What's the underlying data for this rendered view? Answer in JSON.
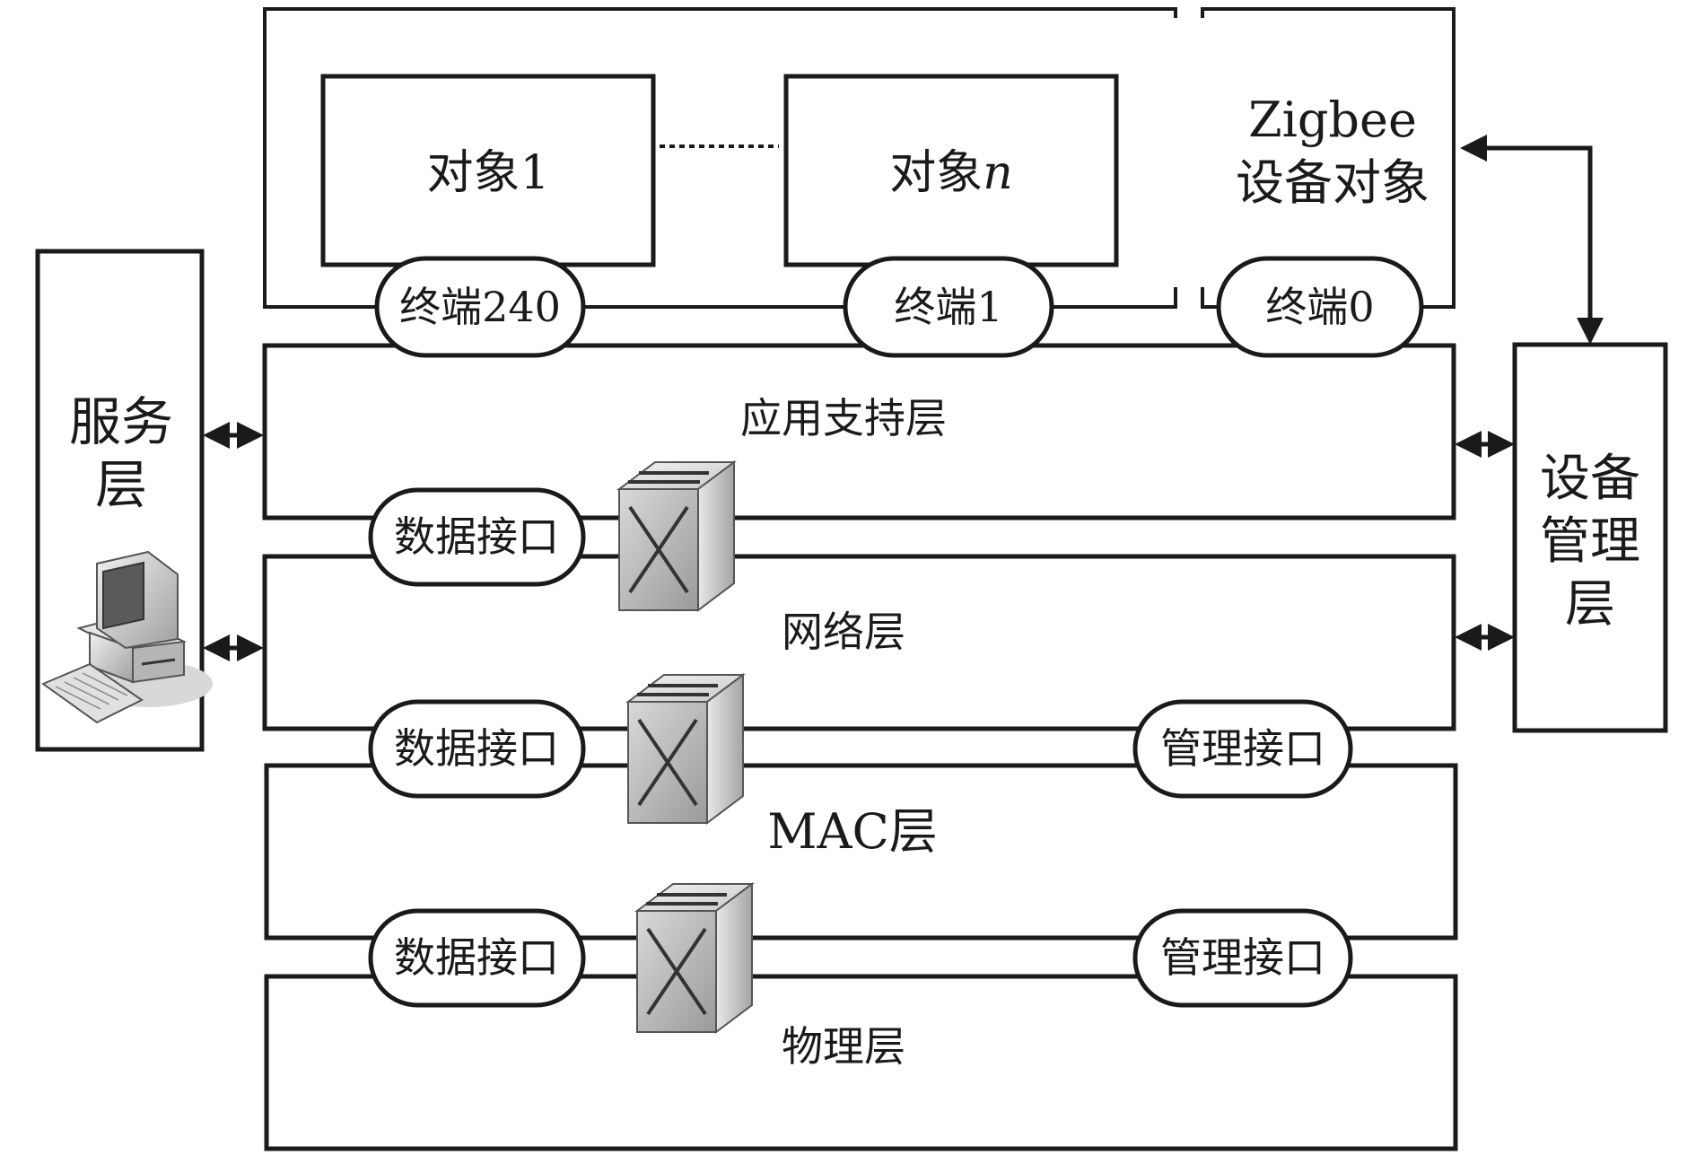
{
  "objects": {
    "object_1": "对象1",
    "object_n_prefix": "对象",
    "object_n_suffix": "n",
    "zigbee_line1": "Zigbee",
    "zigbee_line2": "设备对象"
  },
  "endpoints": {
    "ep240": "终端240",
    "ep1": "终端1",
    "ep0": "终端0"
  },
  "layers": {
    "aps": "应用支持层",
    "network": "网络层",
    "mac": "MAC层",
    "phy": "物理层"
  },
  "service_layer": [
    "服务",
    "层"
  ],
  "device_mgmt_layer": [
    "设备",
    "管理",
    "层"
  ],
  "interfaces": {
    "data_if": "数据接口",
    "mgmt_if": "管理接口"
  },
  "icons": [
    "computer-icon",
    "network-switch-icon",
    "double-arrow-icon"
  ]
}
